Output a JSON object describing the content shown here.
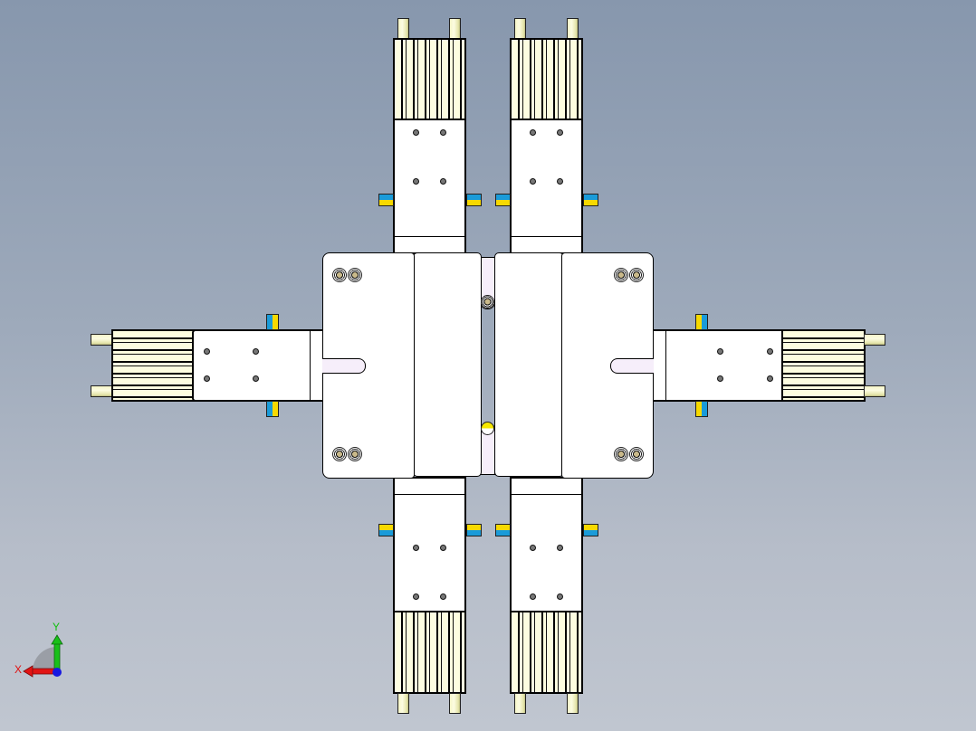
{
  "app": {
    "view": "CAD assembly top view",
    "description": "Four-jaw centering gripper with pneumatic cylinders"
  },
  "colors": {
    "background_top": "#8797ad",
    "background_bottom": "#c0c6d0",
    "part_fill": "#ffffff",
    "cylinder_fill": "#fdfde0",
    "sensor_blue": "#1a9bd9",
    "sensor_yellow": "#f7d900",
    "slot_fill": "#f6eefa",
    "axis_x": "#e01010",
    "axis_y": "#10c010",
    "axis_z": "#1010e0"
  },
  "triad": {
    "x_label": "X",
    "y_label": "Y",
    "icon": "coordinate-triad-icon"
  },
  "assembly": {
    "cylinders": [
      {
        "name": "top-left-cylinder",
        "orientation": "vertical"
      },
      {
        "name": "top-right-cylinder",
        "orientation": "vertical"
      },
      {
        "name": "bottom-left-cylinder",
        "orientation": "vertical"
      },
      {
        "name": "bottom-right-cylinder",
        "orientation": "vertical"
      },
      {
        "name": "left-cylinder",
        "orientation": "horizontal"
      },
      {
        "name": "right-cylinder",
        "orientation": "horizontal"
      }
    ],
    "center_body": {
      "name": "center-base-plate",
      "jaws": 2,
      "screws_per_jaw": 4
    }
  }
}
